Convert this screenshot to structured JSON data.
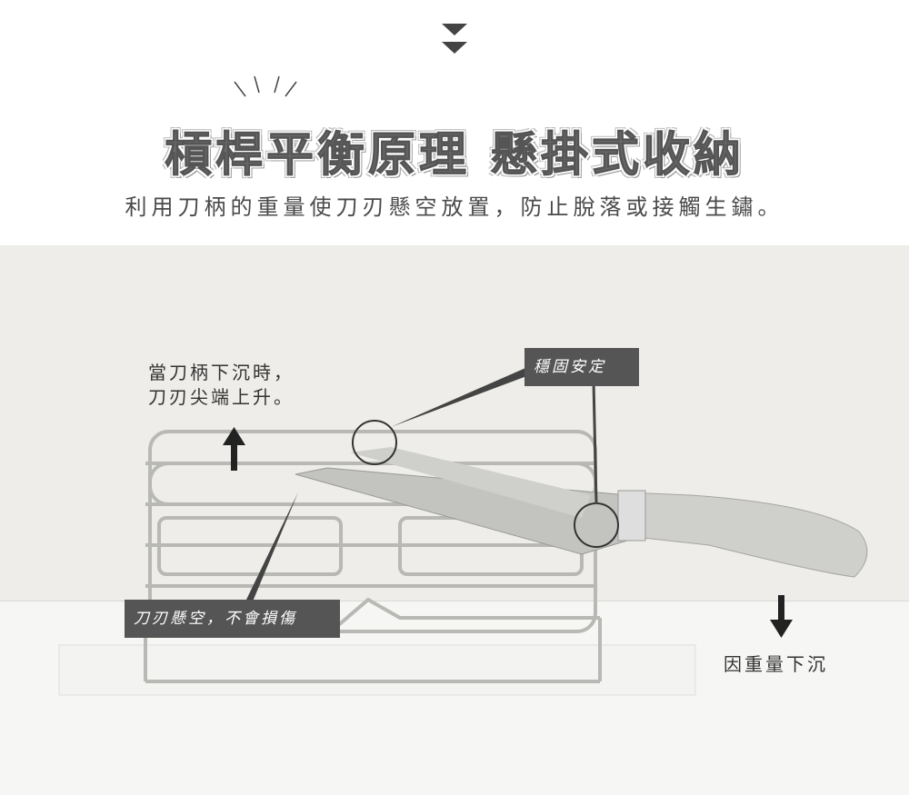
{
  "header": {
    "title": "槓桿平衡原理 懸掛式收納",
    "subtitle": "利用刀柄的重量使刀刃懸空放置，防止脫落或接觸生鏽。",
    "scroll_icon": "double-chevron-down-icon"
  },
  "annotations": {
    "lever_note_line1": "當刀柄下沉時，",
    "lever_note_line2": "刀刃尖端上升。",
    "stable_tag": "穩固安定",
    "blade_tag": "刀刃懸空，不會損傷",
    "weight_note": "因重量下沉"
  },
  "colors": {
    "tag_bg": "#555555",
    "text": "#4a4a4a",
    "photo_bg": "#eeede9"
  }
}
